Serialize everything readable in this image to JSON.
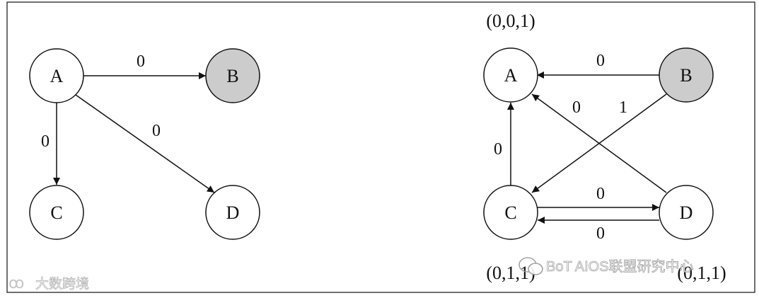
{
  "left_graph": {
    "nodes": [
      {
        "id": "A",
        "label": "A",
        "shaded": false
      },
      {
        "id": "B",
        "label": "B",
        "shaded": true
      },
      {
        "id": "C",
        "label": "C",
        "shaded": false
      },
      {
        "id": "D",
        "label": "D",
        "shaded": false
      }
    ],
    "edges": [
      {
        "from": "A",
        "to": "B",
        "weight": "0"
      },
      {
        "from": "A",
        "to": "C",
        "weight": "0"
      },
      {
        "from": "A",
        "to": "D",
        "weight": "0"
      }
    ]
  },
  "right_graph": {
    "nodes": [
      {
        "id": "A",
        "label": "A",
        "shaded": false,
        "vector": "(0,0,1)"
      },
      {
        "id": "B",
        "label": "B",
        "shaded": true,
        "vector": ""
      },
      {
        "id": "C",
        "label": "C",
        "shaded": false,
        "vector": "(0,1,1)"
      },
      {
        "id": "D",
        "label": "D",
        "shaded": false,
        "vector": "(0,1,1)"
      }
    ],
    "edges": [
      {
        "from": "B",
        "to": "A",
        "weight": "0"
      },
      {
        "from": "D",
        "to": "A",
        "weight": "0"
      },
      {
        "from": "B",
        "to": "C",
        "weight": "1"
      },
      {
        "from": "C",
        "to": "A",
        "weight": "0"
      },
      {
        "from": "C",
        "to": "D",
        "weight": "0"
      },
      {
        "from": "D",
        "to": "C",
        "weight": "0"
      }
    ]
  },
  "watermarks": {
    "left": "大数跨境",
    "right": "BoT AIOS联盟研究中心"
  },
  "colors": {
    "stroke": "#111111",
    "node_fill": "#ffffff",
    "shaded_fill": "#cccccc",
    "watermark": "#bbbbbb"
  }
}
